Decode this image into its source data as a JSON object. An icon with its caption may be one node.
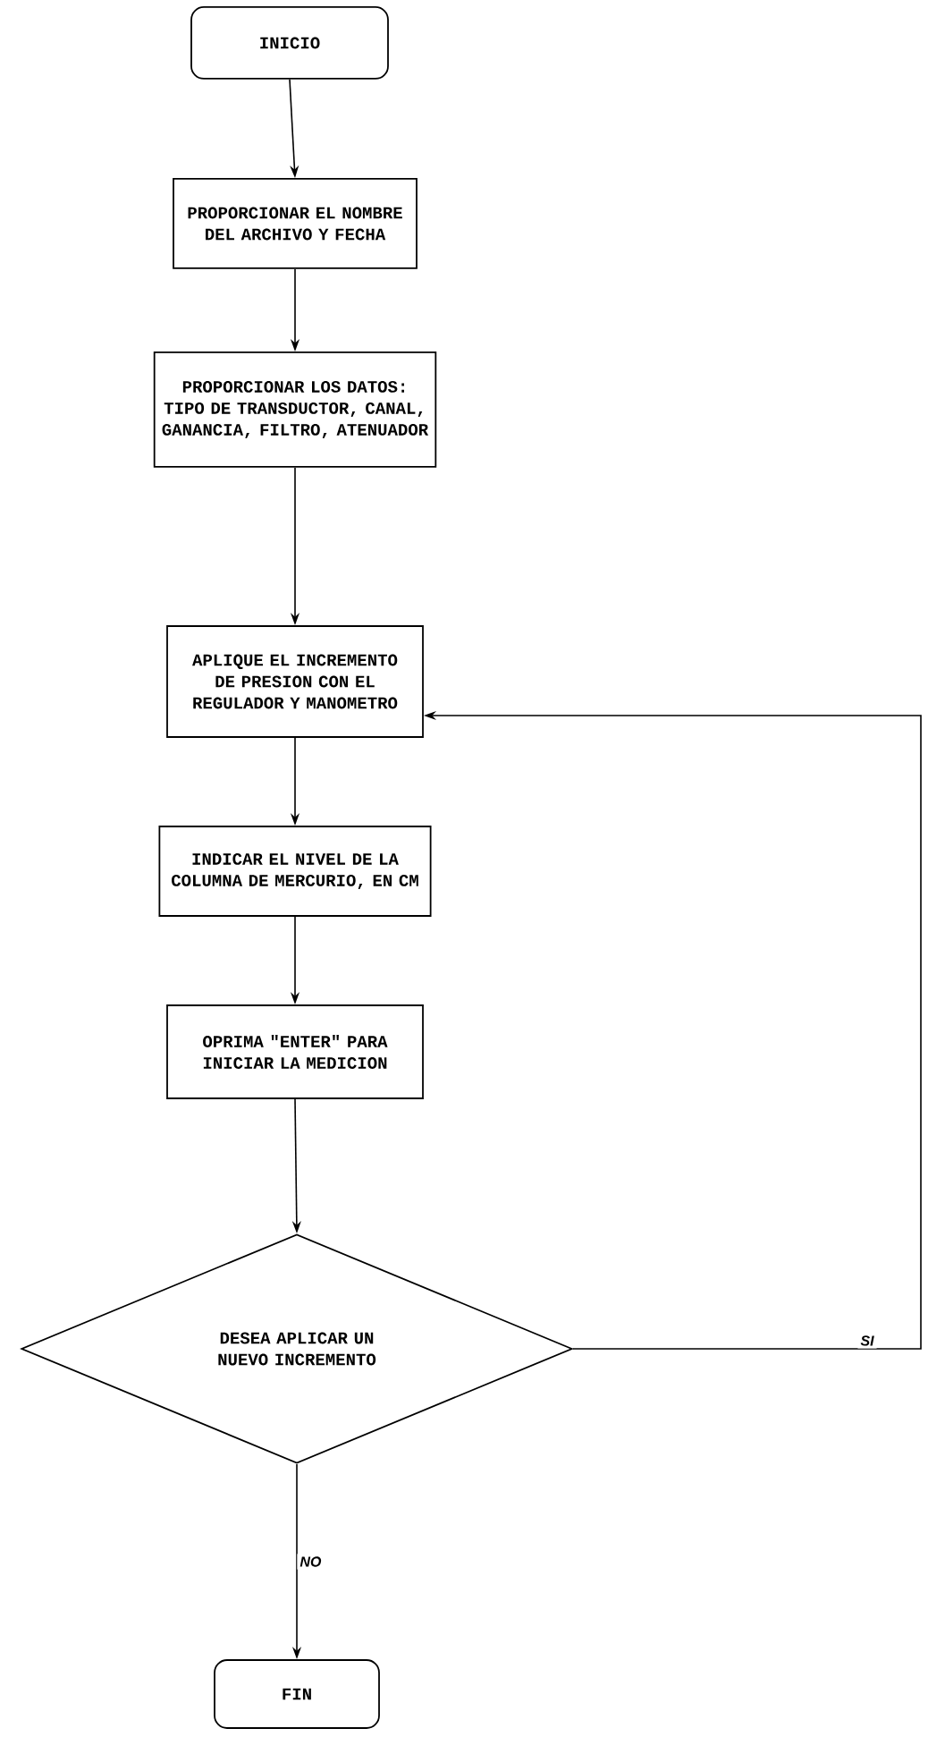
{
  "diagram": {
    "nodes": [
      {
        "text": [
          "INICIO"
        ]
      },
      {
        "text": [
          "PROPORCIONAR EL NOMBRE DEL ARCHIVO Y FECHA"
        ]
      },
      {
        "text": [
          "PROPORCIONAR LOS DATOS: TIPO DE TRANSDUCTOR, CANAL, GANANCIA, FILTRO, ATENUADOR"
        ]
      },
      {
        "text": [
          "APLIQUE EL INCREMENTO DE PRESION CON EL REGULADOR Y MANOMETRO"
        ]
      },
      {
        "text": [
          "INDICAR EL NIVEL DE LA COLUMNA DE MERCURIO, EN CM"
        ]
      },
      {
        "text": [
          "OPRIMA \"ENTER\" PARA INICIAR LA MEDICION"
        ]
      },
      {
        "text": [
          "DESEA APLICAR UN NUEVO INCREMENTO"
        ]
      },
      {
        "text": [
          "FIN"
        ]
      }
    ],
    "edges": [
      {
        "from": 0,
        "to": 1,
        "arrow": "to"
      },
      {
        "from": 1,
        "to": 2,
        "arrow": "to"
      },
      {
        "from": 2,
        "to": 3,
        "arrow": "to"
      },
      {
        "from": 3,
        "to": 4,
        "arrow": "to"
      },
      {
        "from": 4,
        "to": 5,
        "arrow": "to"
      },
      {
        "from": 5,
        "to": 6,
        "arrow": "to"
      },
      {
        "from": 6,
        "to": 7,
        "arrow": "to",
        "label": "NO"
      },
      {
        "from": 6,
        "to": 3,
        "arrow": "to",
        "label": "SI"
      }
    ]
  }
}
